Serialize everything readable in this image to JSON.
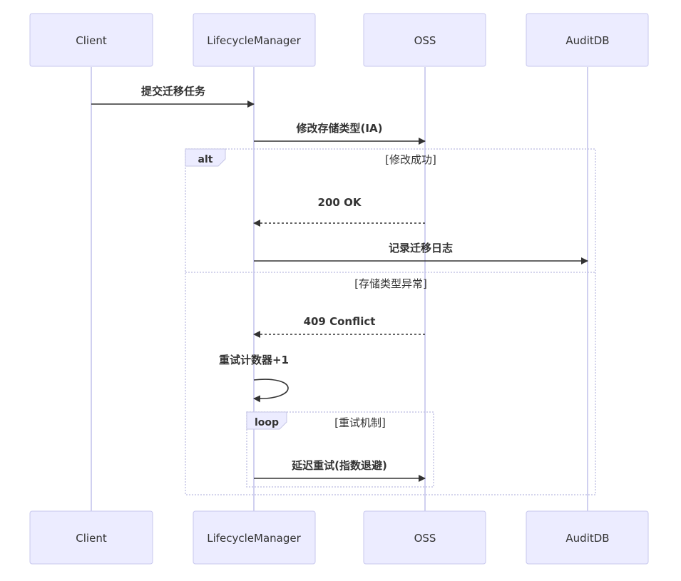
{
  "participants": [
    {
      "id": "client",
      "label": "Client"
    },
    {
      "id": "lcm",
      "label": "LifecycleManager"
    },
    {
      "id": "oss",
      "label": "OSS"
    },
    {
      "id": "audit",
      "label": "AuditDB"
    }
  ],
  "messages": [
    {
      "id": "m1",
      "from": "client",
      "to": "lcm",
      "label": "提交迁移任务",
      "style": "solid"
    },
    {
      "id": "m2",
      "from": "lcm",
      "to": "oss",
      "label": "修改存储类型(IA)",
      "style": "solid"
    },
    {
      "id": "m3",
      "from": "oss",
      "to": "lcm",
      "label": "200 OK",
      "style": "dashed"
    },
    {
      "id": "m4",
      "from": "lcm",
      "to": "audit",
      "label": "记录迁移日志",
      "style": "solid"
    },
    {
      "id": "m5",
      "from": "oss",
      "to": "lcm",
      "label": "409 Conflict",
      "style": "dashed"
    },
    {
      "id": "m6",
      "from": "lcm",
      "to": "lcm",
      "label": "重试计数器+1",
      "style": "solid"
    },
    {
      "id": "m7",
      "from": "lcm",
      "to": "oss",
      "label": "延迟重试(指数退避)",
      "style": "solid"
    }
  ],
  "frames": {
    "alt": {
      "tag": "alt",
      "condition": "[修改成功]",
      "else_condition": "[存储类型异常]"
    },
    "loop": {
      "tag": "loop",
      "condition": "[重试机制]"
    }
  },
  "colors": {
    "actor_fill": "#ececff",
    "actor_stroke": "#c7c7ee",
    "lifeline": "#d0d0f0",
    "line": "#333333"
  }
}
